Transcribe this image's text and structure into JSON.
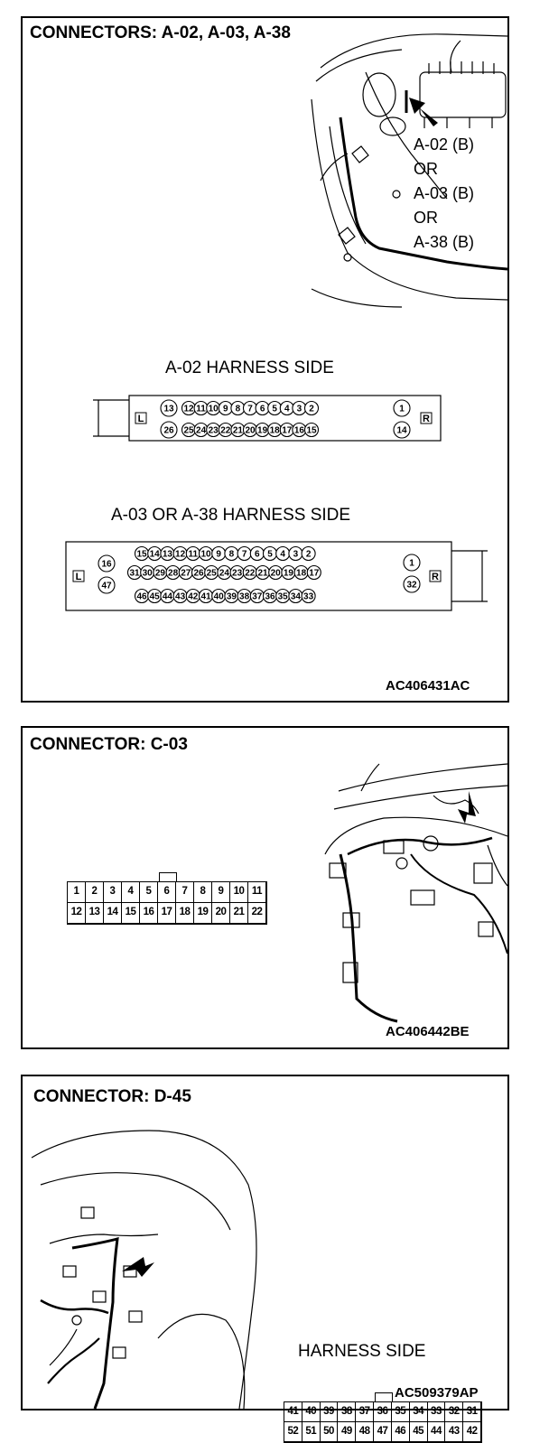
{
  "panel1": {
    "title": "CONNECTORS: A-02, A-03, A-38",
    "callout": [
      "A-02 (B)",
      "OR",
      "A-03 (B)",
      "OR",
      "A-38 (B)"
    ],
    "a02": {
      "caption": "A-02 HARNESS SIDE",
      "left_label": "L",
      "right_label": "R",
      "top_row": [
        "13",
        "12",
        "11",
        "10",
        "9",
        "8",
        "7",
        "6",
        "5",
        "4",
        "3",
        "2",
        "1"
      ],
      "bottom_row": [
        "26",
        "25",
        "24",
        "23",
        "22",
        "21",
        "20",
        "19",
        "18",
        "17",
        "16",
        "15",
        "14"
      ]
    },
    "a03": {
      "caption": "A-03 OR A-38 HARNESS SIDE",
      "left_label": "L",
      "right_label": "R",
      "row1": [
        "15",
        "14",
        "13",
        "12",
        "11",
        "10",
        "9",
        "8",
        "7",
        "6",
        "5",
        "4",
        "3",
        "2"
      ],
      "row2": [
        "31",
        "30",
        "29",
        "28",
        "27",
        "26",
        "25",
        "24",
        "23",
        "22",
        "21",
        "20",
        "19",
        "18",
        "17"
      ],
      "row3": [
        "46",
        "45",
        "44",
        "43",
        "42",
        "41",
        "40",
        "39",
        "38",
        "37",
        "36",
        "35",
        "34",
        "33"
      ],
      "left_top": "16",
      "left_bottom": "47",
      "right_top": "1",
      "right_bottom": "32"
    },
    "code": "AC406431AC"
  },
  "panel2": {
    "title": "CONNECTOR: C-03",
    "row1": [
      "1",
      "2",
      "3",
      "4",
      "5",
      "6",
      "7",
      "8",
      "9",
      "10",
      "11"
    ],
    "row2": [
      "12",
      "13",
      "14",
      "15",
      "16",
      "17",
      "18",
      "19",
      "20",
      "21",
      "22"
    ],
    "code": "AC406442BE"
  },
  "panel3": {
    "title": "CONNECTOR: D-45",
    "caption": "HARNESS SIDE",
    "row1": [
      "41",
      "40",
      "39",
      "38",
      "37",
      "36",
      "35",
      "34",
      "33",
      "32",
      "31"
    ],
    "row2": [
      "52",
      "51",
      "50",
      "49",
      "48",
      "47",
      "46",
      "45",
      "44",
      "43",
      "42"
    ],
    "code": "AC509379AP"
  }
}
